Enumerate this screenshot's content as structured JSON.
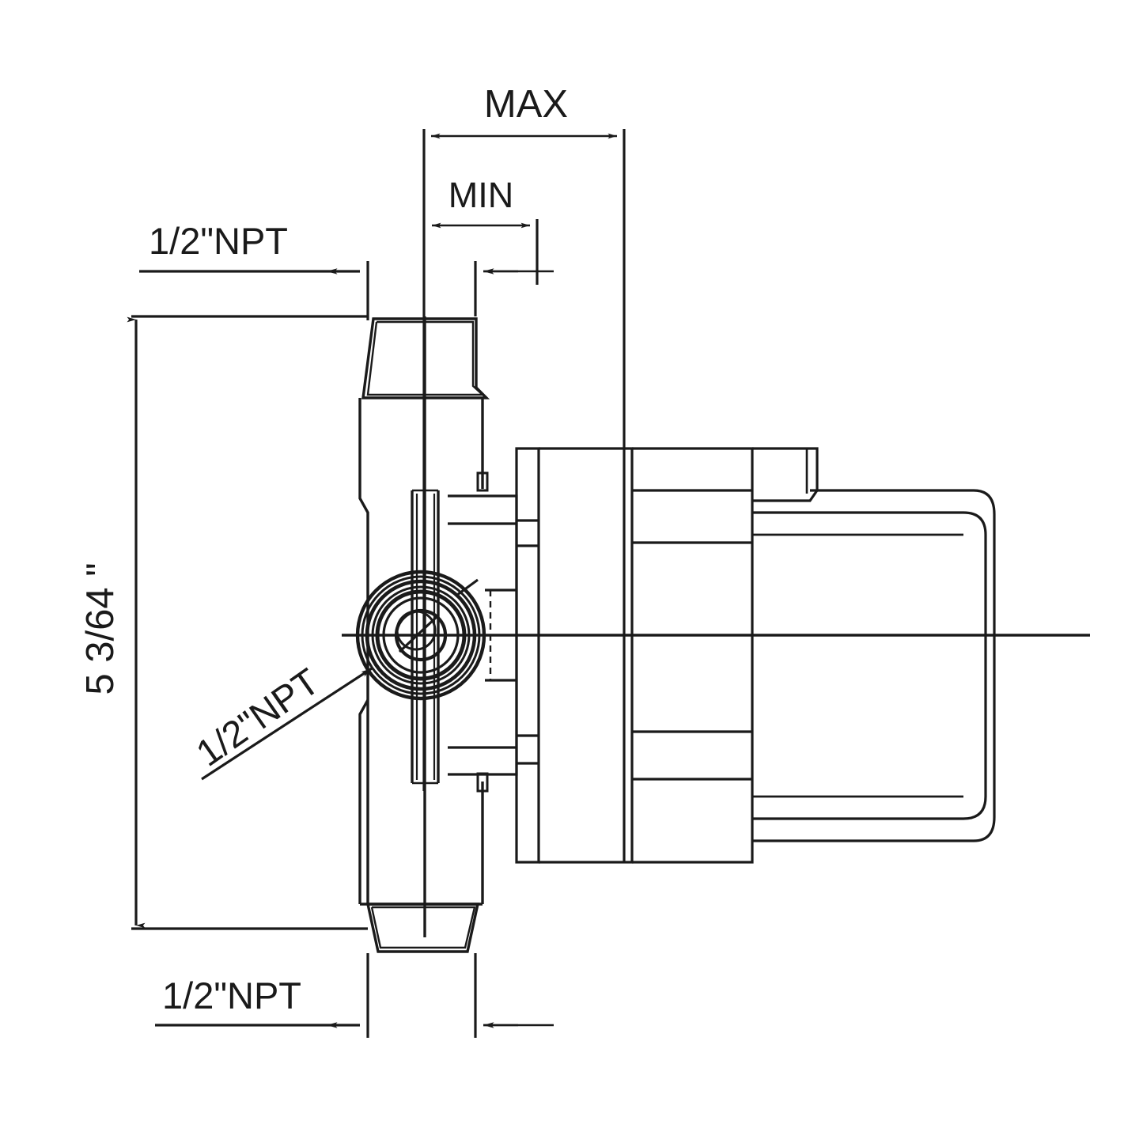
{
  "drawing": {
    "title": "Valve body technical drawing - side elevation",
    "background_color": "#ffffff",
    "line_color": "#1a1a1a",
    "units": "inches"
  },
  "annotations": {
    "max_dimension_label": "MAX",
    "min_dimension_label": "MIN",
    "npt_top_label": "1/2\"NPT",
    "npt_bottom_label": "1/2\"NPT",
    "npt_center_label": "1/2\"NPT",
    "overall_height_label": "5  3/64 \""
  }
}
